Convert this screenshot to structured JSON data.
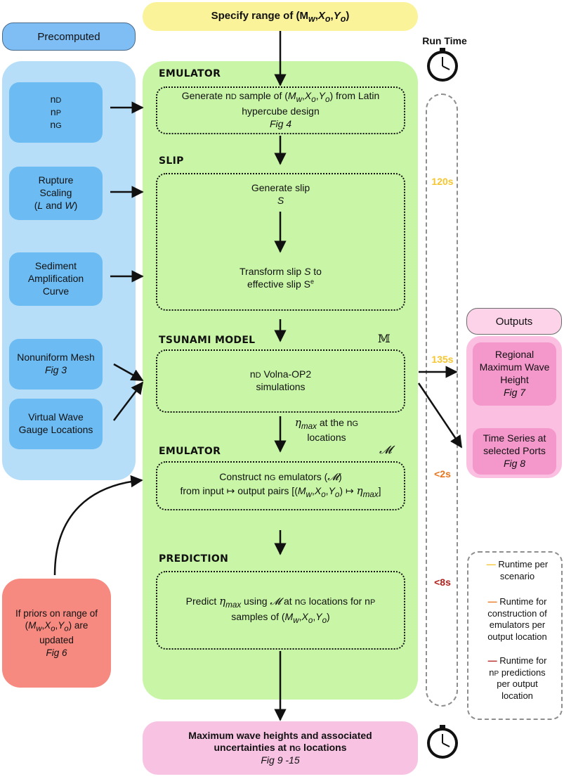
{
  "top": {
    "text": "Specify range of (M",
    "sub_w": "w",
    "comma1": ",",
    "x": "X",
    "sub_o1": "o",
    "comma2": ",",
    "y": "Y",
    "sub_o2": "o",
    "close": ")"
  },
  "precomputed": {
    "label": "Precomputed",
    "items": [
      {
        "lines": [
          "nD",
          "nP",
          "nG"
        ]
      },
      {
        "line1": "Rupture",
        "line2": "Scaling",
        "line3": "(L and W)"
      },
      {
        "line1": "Sediment",
        "line2": "Amplification",
        "line3": "Curve"
      },
      {
        "line1": "Nonuniform Mesh",
        "line2": "Fig 3"
      },
      {
        "line1": "Virtual Wave",
        "line2": "Gauge Locations"
      }
    ]
  },
  "emulator1": {
    "title": "EMULATOR",
    "line1": "Generate nD sample of (Mw,Xo,Yo) from Latin",
    "line2": "hypercube design",
    "fig": "Fig 4"
  },
  "slip": {
    "title": "SLIP",
    "gen1": "Generate slip",
    "gen2": "S",
    "trans1": "Transform slip S to",
    "trans2": "effective slip Se"
  },
  "tsunami": {
    "title": "TSUNAMI MODEL",
    "symbol": "𝕄",
    "line1": "nD Volna-OP2",
    "line2": "simulations",
    "arrow_label1": "ηmax at the nG",
    "arrow_label2": "locations"
  },
  "emulator2": {
    "title": "EMULATOR",
    "symbol": "𝓜",
    "line1": "Construct nG emulators (𝓜)",
    "line2": "from input ↦ output pairs [(Mw,Xo,Yo) ↦ ηmax]"
  },
  "prediction": {
    "title": "PREDICTION",
    "line1": "Predict ηmax using 𝓜 at nG locations for nP",
    "line2": "samples of (Mw,Xo,Yo)"
  },
  "runtime": {
    "title": "Run Time",
    "t1": "120s",
    "t2": "135s",
    "t3": "<2s",
    "t4": "<8s",
    "colors": {
      "yellow": "#f7c52e",
      "orange": "#e8741c",
      "red": "#b3201b"
    }
  },
  "outputs": {
    "label": "Outputs",
    "items": [
      {
        "line1": "Regional",
        "line2": "Maximum Wave",
        "line3": "Height",
        "fig": "Fig 7"
      },
      {
        "line1": "Time Series at",
        "line2": "selected Ports",
        "fig": "Fig 8"
      }
    ]
  },
  "legend": {
    "items": [
      {
        "dash": "—",
        "line1": "Runtime per",
        "line2": "scenario"
      },
      {
        "dash": "—",
        "line1": "Runtime for",
        "line2": "construction of",
        "line3": "emulators per",
        "line4": "output location"
      },
      {
        "dash": "—",
        "line1": "Runtime for",
        "line2": "nP predictions",
        "line3": "per output",
        "line4": "location"
      }
    ]
  },
  "priors": {
    "line1": "If priors on range of",
    "line2": "(Mw,Xo,Yo) are",
    "line3": "updated",
    "fig": "Fig 6"
  },
  "bottom": {
    "line1": "Maximum wave heights and associated",
    "line2": "uncertainties at nG locations",
    "fig": "Fig 9 -15"
  }
}
